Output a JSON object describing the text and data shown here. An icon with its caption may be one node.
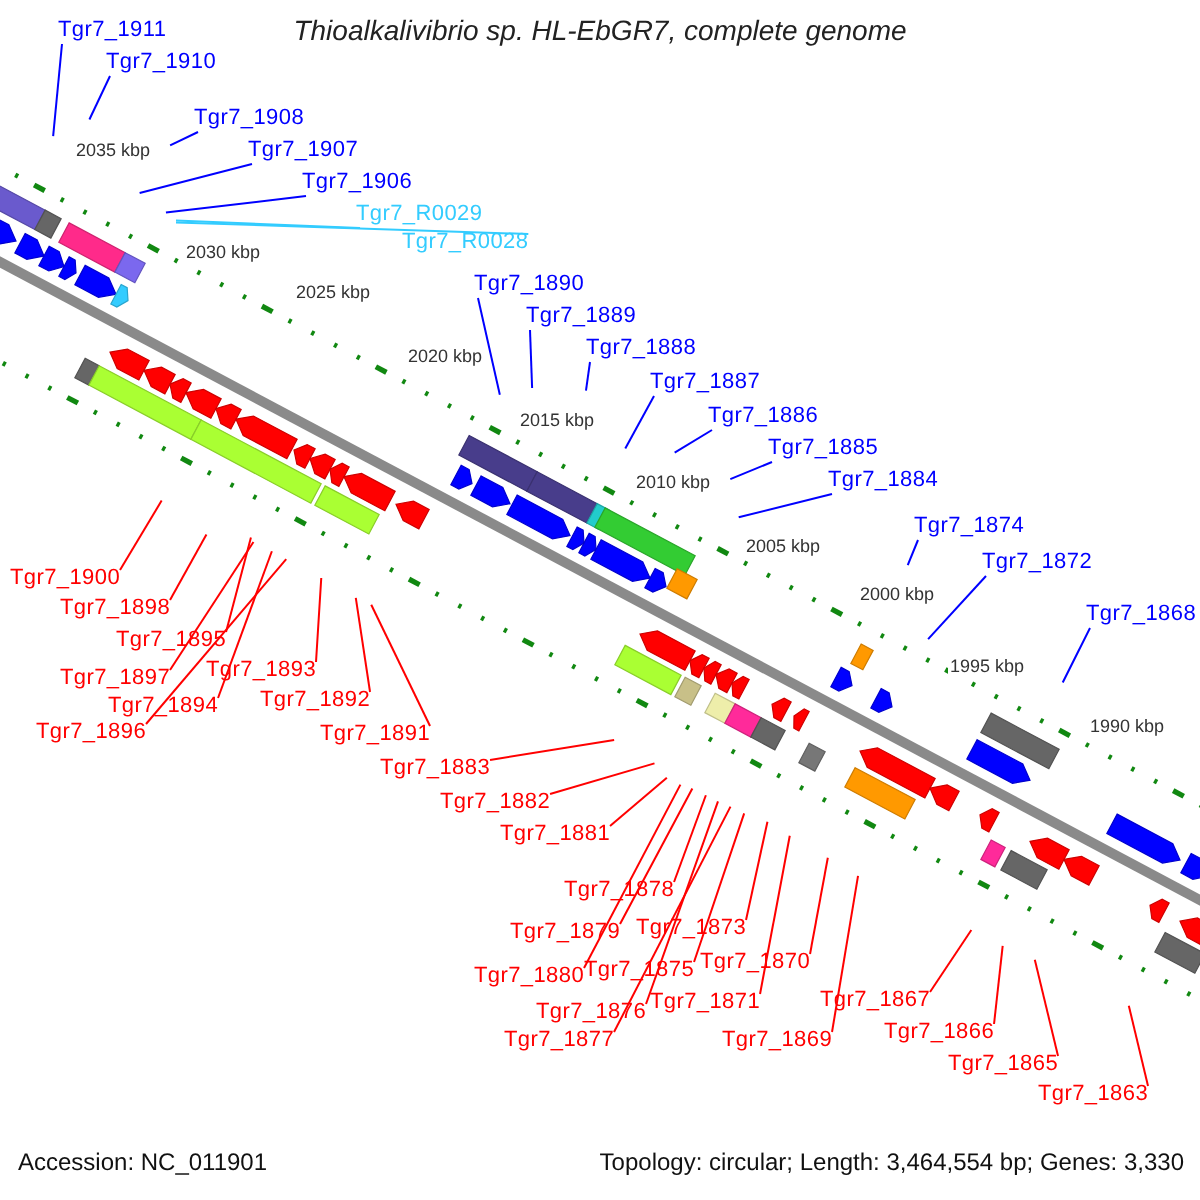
{
  "diagram": {
    "title": "Thioalkalivibrio sp. HL-EbGR7, complete genome",
    "nodes": [
      {
        "text": [
          "Tgr7_1911"
        ]
      },
      {
        "text": [
          "Tgr7_1910"
        ]
      },
      {
        "text": [
          "Tgr7_1908"
        ]
      },
      {
        "text": [
          "Tgr7_1907"
        ]
      },
      {
        "text": [
          "Tgr7_1906"
        ]
      },
      {
        "text": [
          "Tgr7_R0029"
        ]
      },
      {
        "text": [
          "Tgr7_R0028"
        ]
      },
      {
        "text": [
          "Tgr7_1890"
        ]
      },
      {
        "text": [
          "Tgr7_1889"
        ]
      },
      {
        "text": [
          "Tgr7_1888"
        ]
      },
      {
        "text": [
          "Tgr7_1887"
        ]
      },
      {
        "text": [
          "Tgr7_1886"
        ]
      },
      {
        "text": [
          "Tgr7_1885"
        ]
      },
      {
        "text": [
          "Tgr7_1884"
        ]
      },
      {
        "text": [
          "Tgr7_1874"
        ]
      },
      {
        "text": [
          "Tgr7_1872"
        ]
      },
      {
        "text": [
          "Tgr7_1868"
        ]
      },
      {
        "text": [
          "Tgr7_1900"
        ]
      },
      {
        "text": [
          "Tgr7_1898"
        ]
      },
      {
        "text": [
          "Tgr7_1895"
        ]
      },
      {
        "text": [
          "Tgr7_1897"
        ]
      },
      {
        "text": [
          "Tgr7_1894"
        ]
      },
      {
        "text": [
          "Tgr7_1896"
        ]
      },
      {
        "text": [
          "Tgr7_1893"
        ]
      },
      {
        "text": [
          "Tgr7_1892"
        ]
      },
      {
        "text": [
          "Tgr7_1891"
        ]
      },
      {
        "text": [
          "Tgr7_1883"
        ]
      },
      {
        "text": [
          "Tgr7_1882"
        ]
      },
      {
        "text": [
          "Tgr7_1881"
        ]
      },
      {
        "text": [
          "Tgr7_1878"
        ]
      },
      {
        "text": [
          "Tgr7_1879"
        ]
      },
      {
        "text": [
          "Tgr7_1873"
        ]
      },
      {
        "text": [
          "Tgr7_1880"
        ]
      },
      {
        "text": [
          "Tgr7_1875"
        ]
      },
      {
        "text": [
          "Tgr7_1870"
        ]
      },
      {
        "text": [
          "Tgr7_1876"
        ]
      },
      {
        "text": [
          "Tgr7_1871"
        ]
      },
      {
        "text": [
          "Tgr7_1877"
        ]
      },
      {
        "text": [
          "Tgr7_1869"
        ]
      },
      {
        "text": [
          "Tgr7_1867"
        ]
      },
      {
        "text": [
          "Tgr7_1866"
        ]
      },
      {
        "text": [
          "Tgr7_1865"
        ]
      },
      {
        "text": [
          "Tgr7_1863"
        ]
      }
    ],
    "edges": [
      {
        "from": 0,
        "to": null,
        "arrow": "none",
        "color": "#0000ff"
      },
      {
        "from": 1,
        "to": null,
        "arrow": "none",
        "color": "#0000ff"
      },
      {
        "from": 2,
        "to": null,
        "arrow": "none",
        "color": "#0000ff"
      },
      {
        "from": 3,
        "to": null,
        "arrow": "none",
        "color": "#0000ff"
      },
      {
        "from": 4,
        "to": null,
        "arrow": "none",
        "color": "#0000ff"
      },
      {
        "from": 5,
        "to": null,
        "arrow": "none",
        "color": "#33ccff"
      },
      {
        "from": 6,
        "to": null,
        "arrow": "none",
        "color": "#33ccff"
      },
      {
        "from": 7,
        "to": null,
        "arrow": "none",
        "color": "#0000ff"
      },
      {
        "from": 8,
        "to": null,
        "arrow": "none",
        "color": "#0000ff"
      },
      {
        "from": 9,
        "to": null,
        "arrow": "none",
        "color": "#0000ff"
      },
      {
        "from": 10,
        "to": null,
        "arrow": "none",
        "color": "#0000ff"
      },
      {
        "from": 11,
        "to": null,
        "arrow": "none",
        "color": "#0000ff"
      },
      {
        "from": 12,
        "to": null,
        "arrow": "none",
        "color": "#0000ff"
      },
      {
        "from": 13,
        "to": null,
        "arrow": "none",
        "color": "#0000ff"
      },
      {
        "from": 14,
        "to": null,
        "arrow": "none",
        "color": "#0000ff"
      },
      {
        "from": 15,
        "to": null,
        "arrow": "none",
        "color": "#0000ff"
      },
      {
        "from": 16,
        "to": null,
        "arrow": "none",
        "color": "#0000ff"
      },
      {
        "from": 17,
        "to": null,
        "arrow": "none"
      },
      {
        "from": 18,
        "to": null,
        "arrow": "none"
      },
      {
        "from": 19,
        "to": null,
        "arrow": "none"
      },
      {
        "from": 20,
        "to": null,
        "arrow": "none"
      },
      {
        "from": 21,
        "to": null,
        "arrow": "none"
      },
      {
        "from": 22,
        "to": null,
        "arrow": "none"
      },
      {
        "from": 23,
        "to": null,
        "arrow": "none"
      },
      {
        "from": 24,
        "to": null,
        "arrow": "none"
      },
      {
        "from": 25,
        "to": null,
        "arrow": "none"
      },
      {
        "from": 26,
        "to": null,
        "arrow": "none"
      },
      {
        "from": 27,
        "to": null,
        "arrow": "none"
      },
      {
        "from": 28,
        "to": null,
        "arrow": "none"
      },
      {
        "from": 29,
        "to": null,
        "arrow": "none"
      },
      {
        "from": 30,
        "to": null,
        "arrow": "none"
      },
      {
        "from": 31,
        "to": null,
        "arrow": "none"
      },
      {
        "from": 32,
        "to": null,
        "arrow": "none"
      },
      {
        "from": 33,
        "to": null,
        "arrow": "none"
      },
      {
        "from": 34,
        "to": null,
        "arrow": "none"
      },
      {
        "from": 35,
        "to": null,
        "arrow": "none"
      },
      {
        "from": 36,
        "to": null,
        "arrow": "none"
      },
      {
        "from": 37,
        "to": null,
        "arrow": "none"
      },
      {
        "from": 38,
        "to": null,
        "arrow": "none"
      },
      {
        "from": 39,
        "to": null,
        "arrow": "none"
      },
      {
        "from": 40,
        "to": null,
        "arrow": "none"
      },
      {
        "from": 41,
        "to": null,
        "arrow": "none"
      },
      {
        "from": 42,
        "to": null,
        "arrow": "none"
      }
    ],
    "labels": [
      "2035 kbp",
      "2030 kbp",
      "2025 kbp",
      "2020 kbp",
      "2015 kbp",
      "2010 kbp",
      "2005 kbp",
      "2000 kbp",
      "1995 kbp",
      "1990 kbp",
      "Accession: NC_011901",
      "Topology: circular; Length: 3,464,554 bp; Genes: 3,330"
    ]
  }
}
